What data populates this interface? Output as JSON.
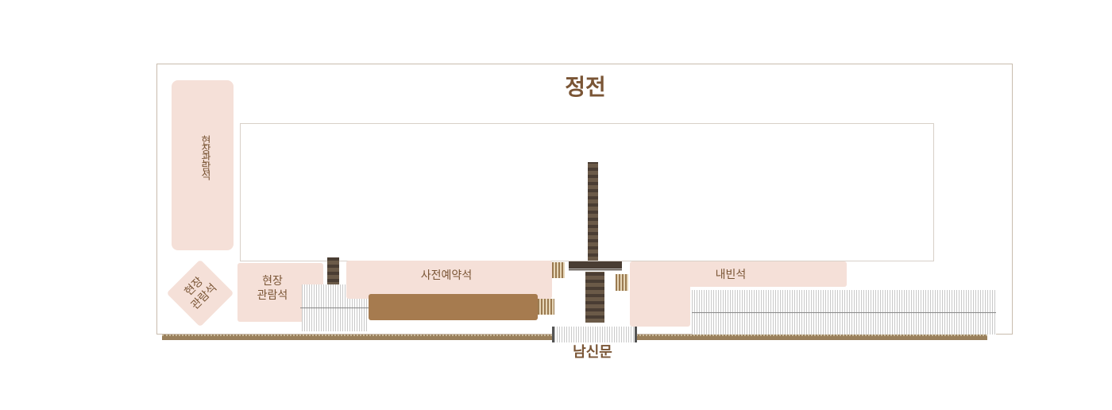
{
  "title": "정전",
  "sections": {
    "left_vertical": "현장관람석",
    "diamond_line1": "현장",
    "diamond_line2": "관람석",
    "onsite_line1": "현장",
    "onsite_line2": "관람석",
    "reserved": "사전예약석",
    "guest": "내빈석"
  },
  "gate": "남신문",
  "colors": {
    "seat_area": "#f5e0d8",
    "text": "#7a5535",
    "reserved_bar": "#a67b4f",
    "wall": "#9a805c",
    "path": "#4a3d33"
  }
}
